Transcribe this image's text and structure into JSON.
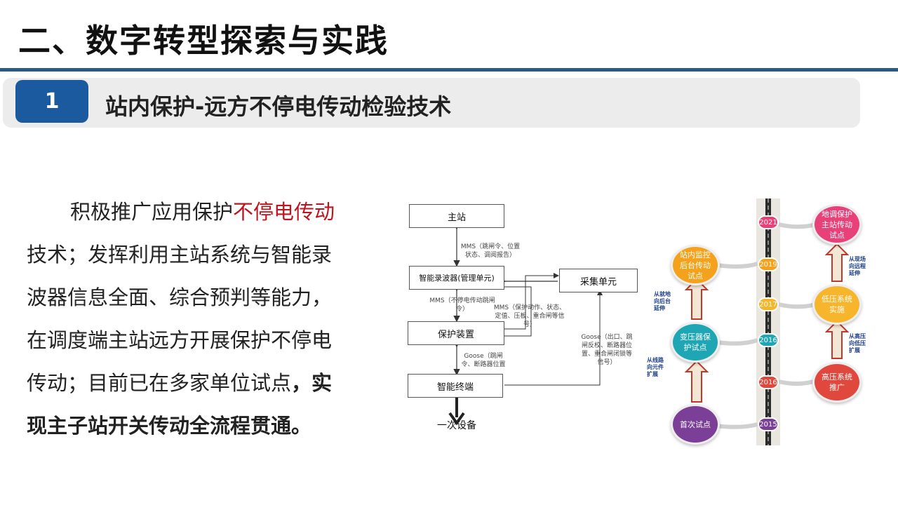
{
  "header": {
    "title": "二、数字转型探索与实践"
  },
  "section": {
    "number": "1",
    "title": "站内保护-远方不停电传动检验技术"
  },
  "body": {
    "line1_pre": "积极推广应用保护",
    "line1_red": "不停电传动",
    "line2": "技术；发挥利用主站系统与智能录",
    "line3": "波器信息全面、综合预判等能力，",
    "line4": "在调度端主站远方开展保护不停电",
    "line5_pre": "传动；目前已在多家单位试点",
    "line5_bold": "，实",
    "line6_bold": "现主子站开关传动全流程贯通。"
  },
  "flow": {
    "main_station": "主站",
    "recorder": "智能录波器(管理单元)",
    "collector": "采集单元",
    "protection": "保护装置",
    "terminal": "智能终端",
    "primary": "一次设备",
    "mms1": "MMS（跳闸令、位置\n状态、调阅报告）",
    "mms2": "MMS（不停电传动跳闸\n令）",
    "mms3": "MMS（保护动作、状态、\n定值、压板、重合闸等信\n号）",
    "goose1": "Goose（跳闸\n令、断路器位置",
    "goose2": "Goose（出口、跳\n闸反校、断路器位\n置、重合闸闭锁等\n信号）"
  },
  "timeline": {
    "nodes": {
      "first": "首次试点",
      "transformer": "变压器保护试点",
      "monitor": "站内监控后台传动试点",
      "hv": "高压系统推广",
      "lv": "低压系统实施",
      "dispatch": "地调保护主站传动试点"
    },
    "years": {
      "y2015b": "2015",
      "y2016a": "2016",
      "y2016b": "2016",
      "y2017": "2017",
      "y2019": "2019",
      "y2021": "2021"
    },
    "notes": {
      "line_ext": "从线路\n向元件\n扩展",
      "station_ext": "从就地\n向后台\n延伸",
      "hv_lv": "从高压\n向低压\n扩展",
      "remote": "从现场\n向远程\n延伸"
    },
    "colors": {
      "purple": "#7b3f98",
      "teal": "#1ea6b5",
      "orange": "#f4a21c",
      "red": "#e0483e",
      "amber": "#f7b52b",
      "pink": "#e8417a"
    }
  }
}
